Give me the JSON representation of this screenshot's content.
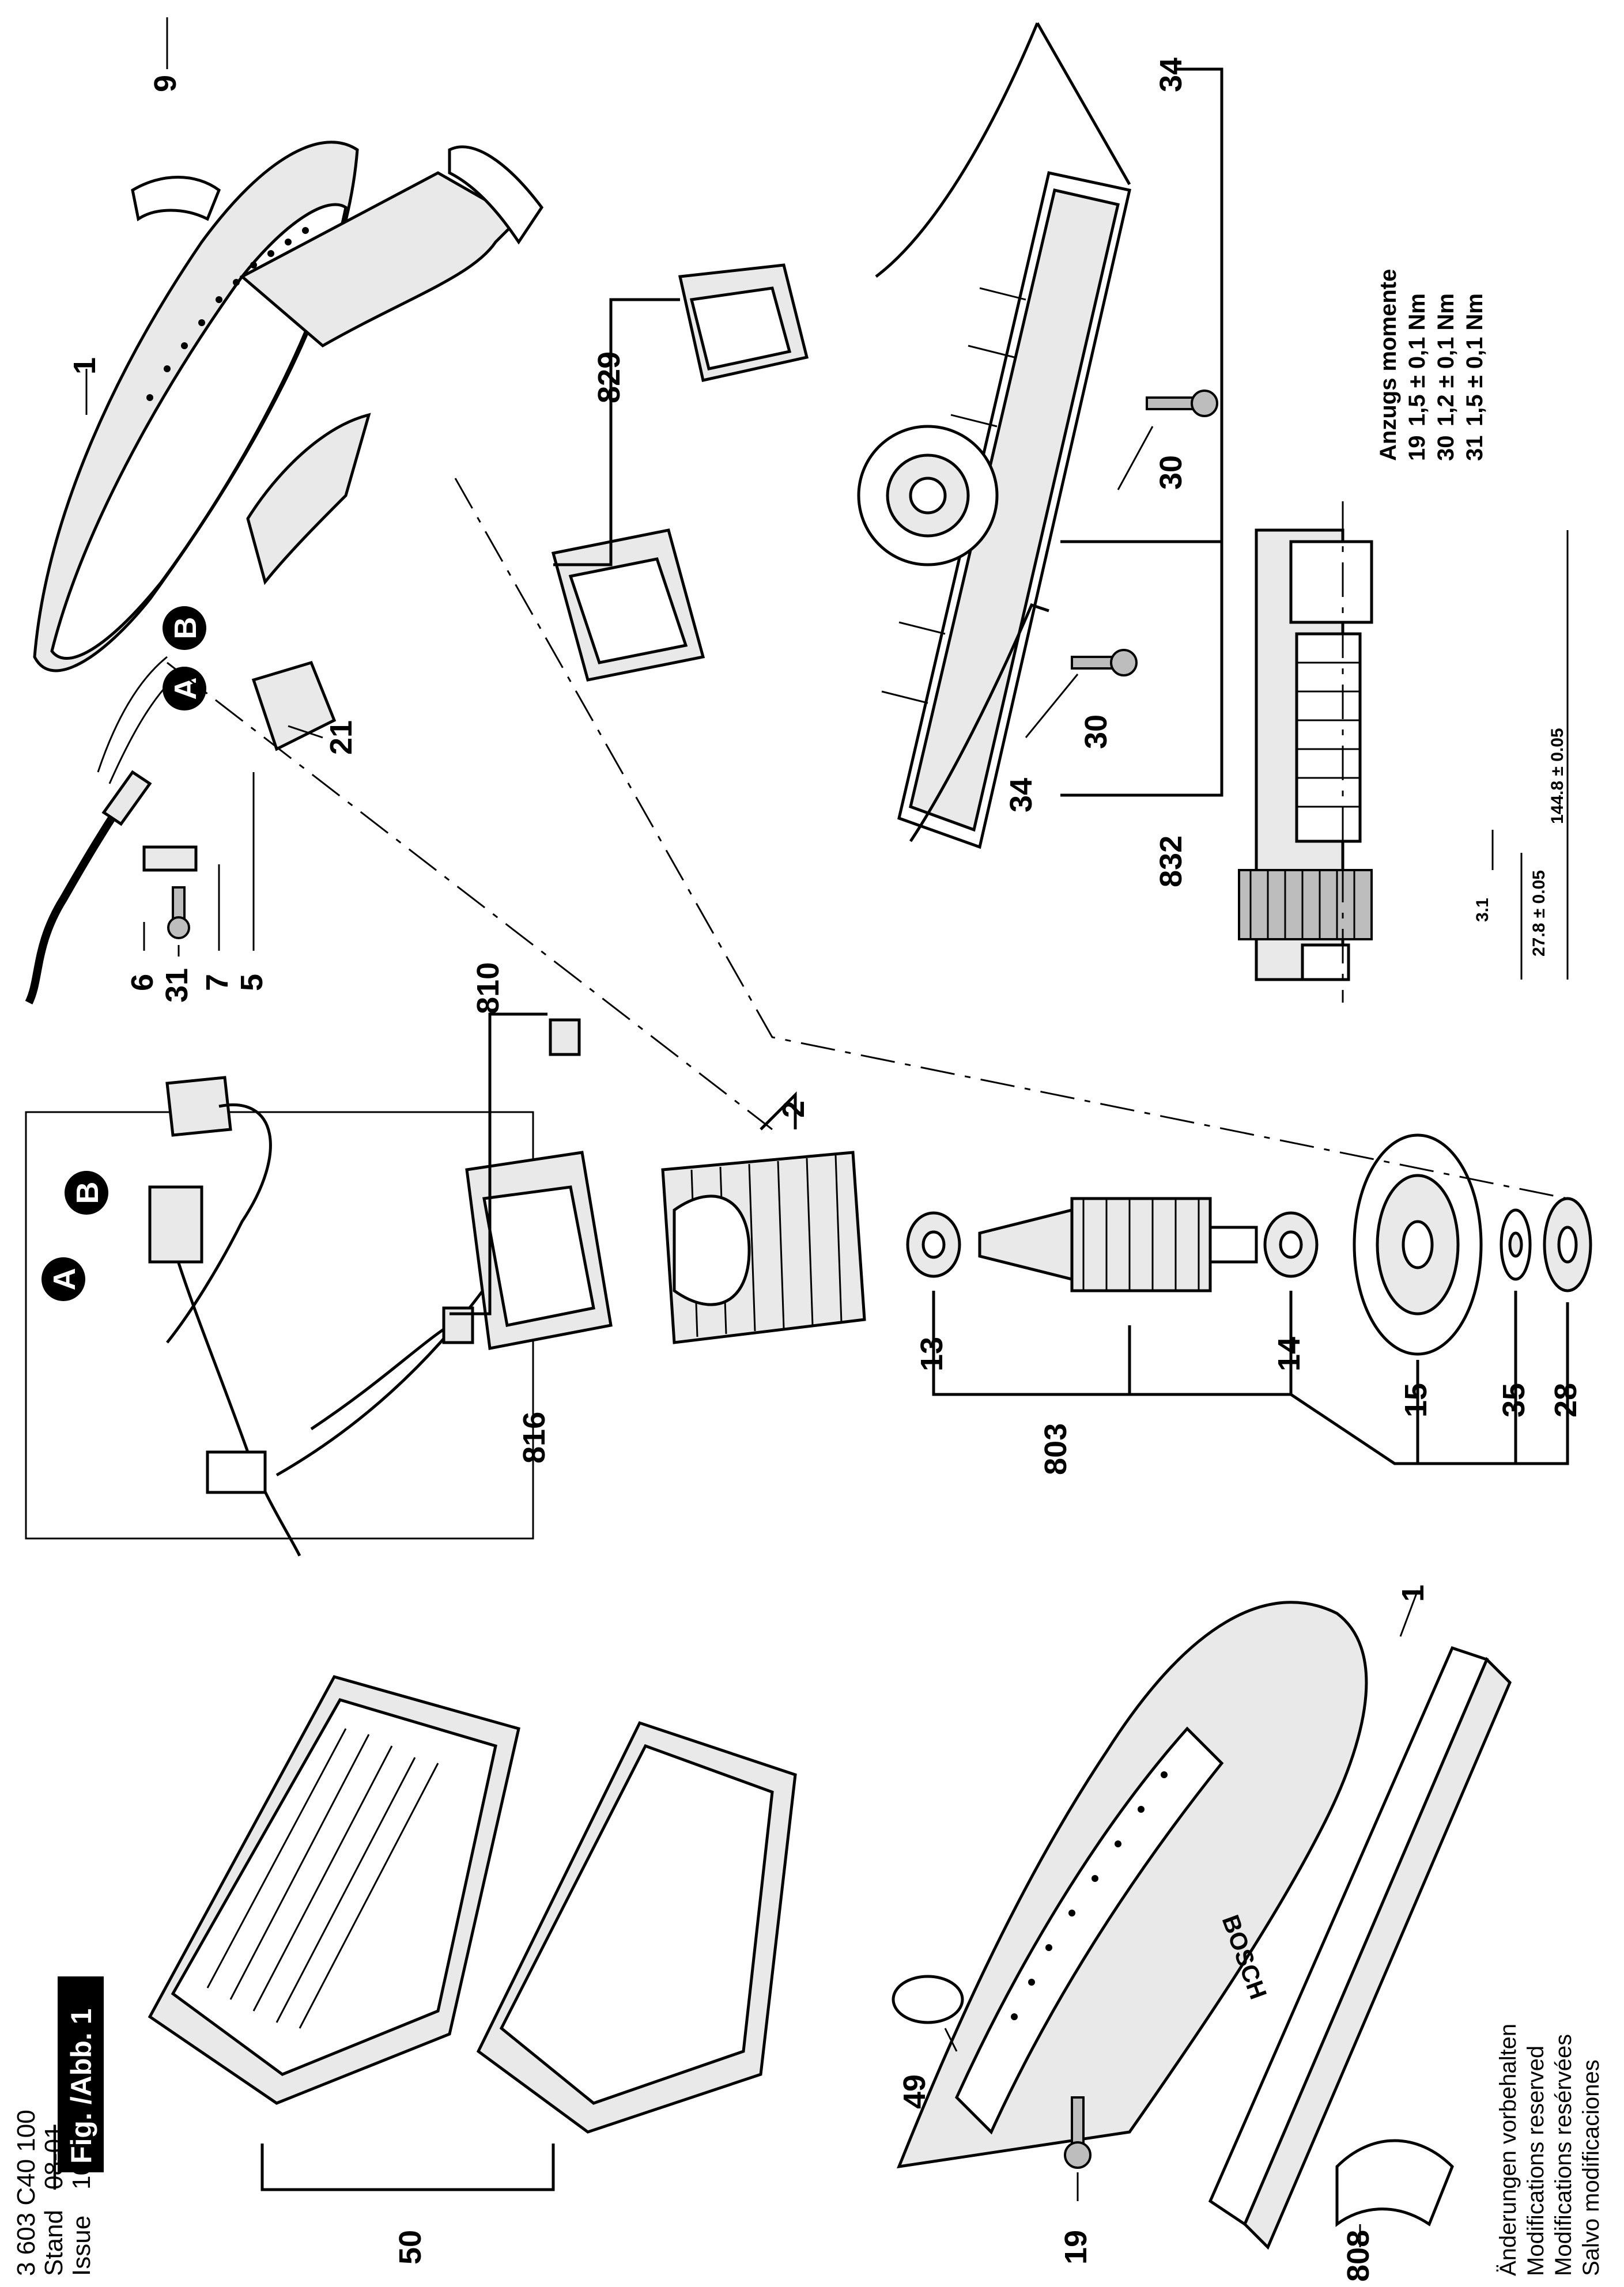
{
  "header": {
    "doc_number": "3 603 C40 100",
    "stand_label": "Stand",
    "issue_label": "Issue",
    "old_date": "08-01",
    "date": "10-03-26",
    "figure_label": "Fig. /Abb. 1"
  },
  "torque_table": {
    "title": "Anzugs momente",
    "rows": [
      {
        "pos": "19",
        "value": "1,5 ± 0,1 Nm"
      },
      {
        "pos": "30",
        "value": "1,2 ± 0,1 Nm"
      },
      {
        "pos": "31",
        "value": "1,5 ± 0,1 Nm"
      }
    ]
  },
  "dimensions": {
    "overall": "144.8 ± 0.05",
    "commutator": "27.8 ± 0.05",
    "offset": "3.1"
  },
  "callouts": {
    "c1_top": "1",
    "c9": "9",
    "c829": "829",
    "c34_top": "34",
    "c30_a": "30",
    "c30_b": "30",
    "c34_bottom": "34",
    "c832": "832",
    "c21": "21",
    "c6": "6",
    "c31": "31",
    "c7": "7",
    "c5": "5",
    "c810": "810",
    "c2": "2",
    "c816": "816",
    "c13": "13",
    "c803": "803",
    "c14": "14",
    "c15": "15",
    "c35": "35",
    "c28": "28",
    "c50": "50",
    "c49": "49",
    "c19": "19",
    "c808": "808",
    "c1_bottom": "1"
  },
  "markers": {
    "a_top": "A",
    "b_top": "B",
    "a_left": "A",
    "b_left": "B"
  },
  "brand": "BOSCH",
  "disclaimer": [
    "Änderungen vorbehalten",
    "Modifications reserved",
    "Modifications resérvées",
    "Salvo modificaciones"
  ]
}
